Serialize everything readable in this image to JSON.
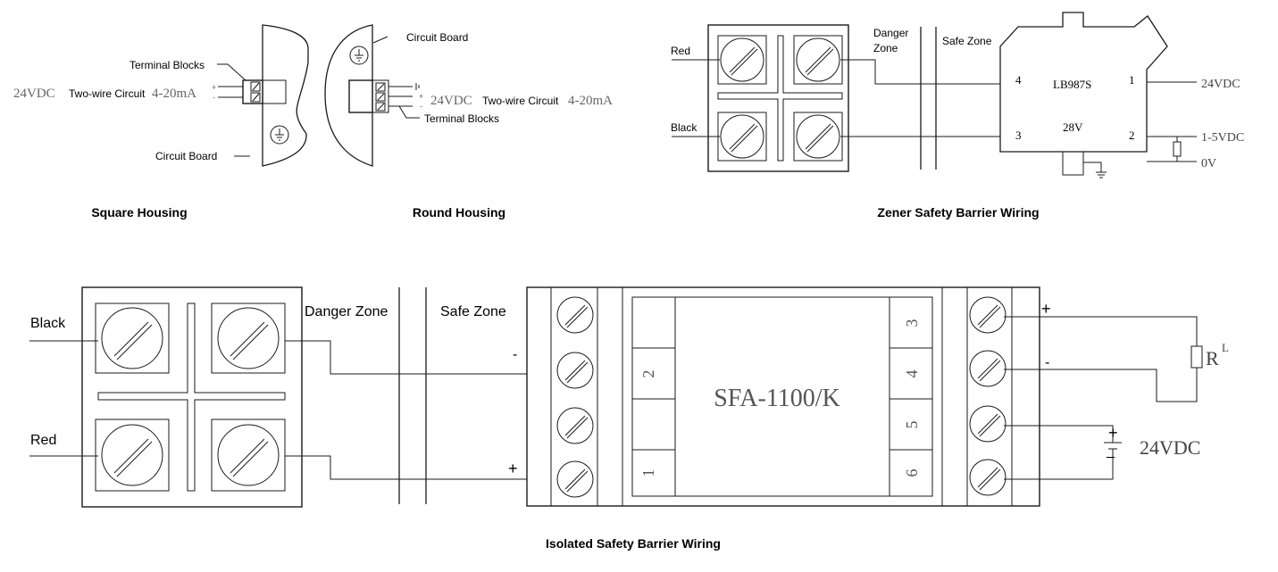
{
  "square_housing": {
    "caption": "Square Housing",
    "terminal_blocks_label": "Terminal Blocks",
    "circuit_board_label": "Circuit Board",
    "voltage": "24VDC",
    "circuit_label": "Two-wire Circuit",
    "current": "4-20mA",
    "plus": "+",
    "minus": "-"
  },
  "round_housing": {
    "caption": "Round Housing",
    "circuit_board_label": "Circuit Board",
    "terminal_blocks_label": "Terminal Blocks",
    "voltage": "24VDC",
    "circuit_label": "Two-wire Circuit",
    "current": "4-20mA",
    "plus": "+",
    "minus": "-"
  },
  "zener_wiring": {
    "caption": "Zener Safety Barrier Wiring",
    "red_label": "Red",
    "black_label": "Black",
    "danger_zone_line1": "Danger",
    "danger_zone_line2": "Zone",
    "safe_zone_label": "Safe Zone",
    "barrier_model": "LB987S",
    "barrier_rating": "28V",
    "pins": {
      "p4": "4",
      "p3": "3",
      "p1": "1",
      "p2": "2"
    },
    "supply_label": "24VDC",
    "signal_label": "1-5VDC",
    "ground_label": "0V"
  },
  "isolated_wiring": {
    "caption": "Isolated Safety Barrier Wiring",
    "black_label": "Black",
    "red_label": "Red",
    "danger_zone_label": "Danger Zone",
    "safe_zone_label": "Safe Zone",
    "minus_sign": "-",
    "plus_sign": "+",
    "model": "SFA-1100/K",
    "left_pins": [
      "2",
      "1"
    ],
    "right_pins": [
      "3",
      "4",
      "5",
      "6"
    ],
    "out_plus": "+",
    "out_minus": "-",
    "load_label": "R",
    "load_superscript": "L",
    "supply_plus": "+",
    "supply_minus": "_",
    "supply_label": "24VDC"
  }
}
